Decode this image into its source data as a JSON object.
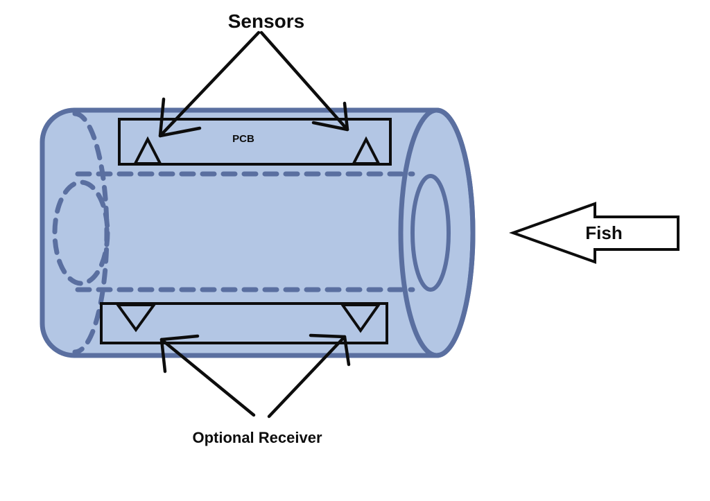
{
  "diagram": {
    "labels": {
      "sensors": "Sensors",
      "pcb": "PCB",
      "optional_receiver": "Optional Receiver",
      "fish": "Fish"
    },
    "colors": {
      "background": "#ffffff",
      "tube_fill": "#b3c6e4",
      "tube_stroke": "#5a6fa0",
      "annotation": "#0d0d0d",
      "fish_arrow_fill": "#ffffff"
    }
  }
}
